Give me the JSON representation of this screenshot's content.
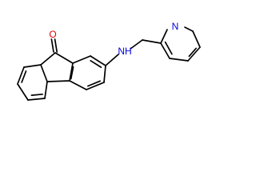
{
  "molecule": {
    "atoms": {
      "oxygen": "O",
      "amine_nitrogen": "NH",
      "pyridine_nitrogen": "N"
    },
    "colors": {
      "bond": "#000000",
      "oxygen": "#e00000",
      "nitrogen": "#0000e0",
      "background": "#ffffff"
    }
  }
}
